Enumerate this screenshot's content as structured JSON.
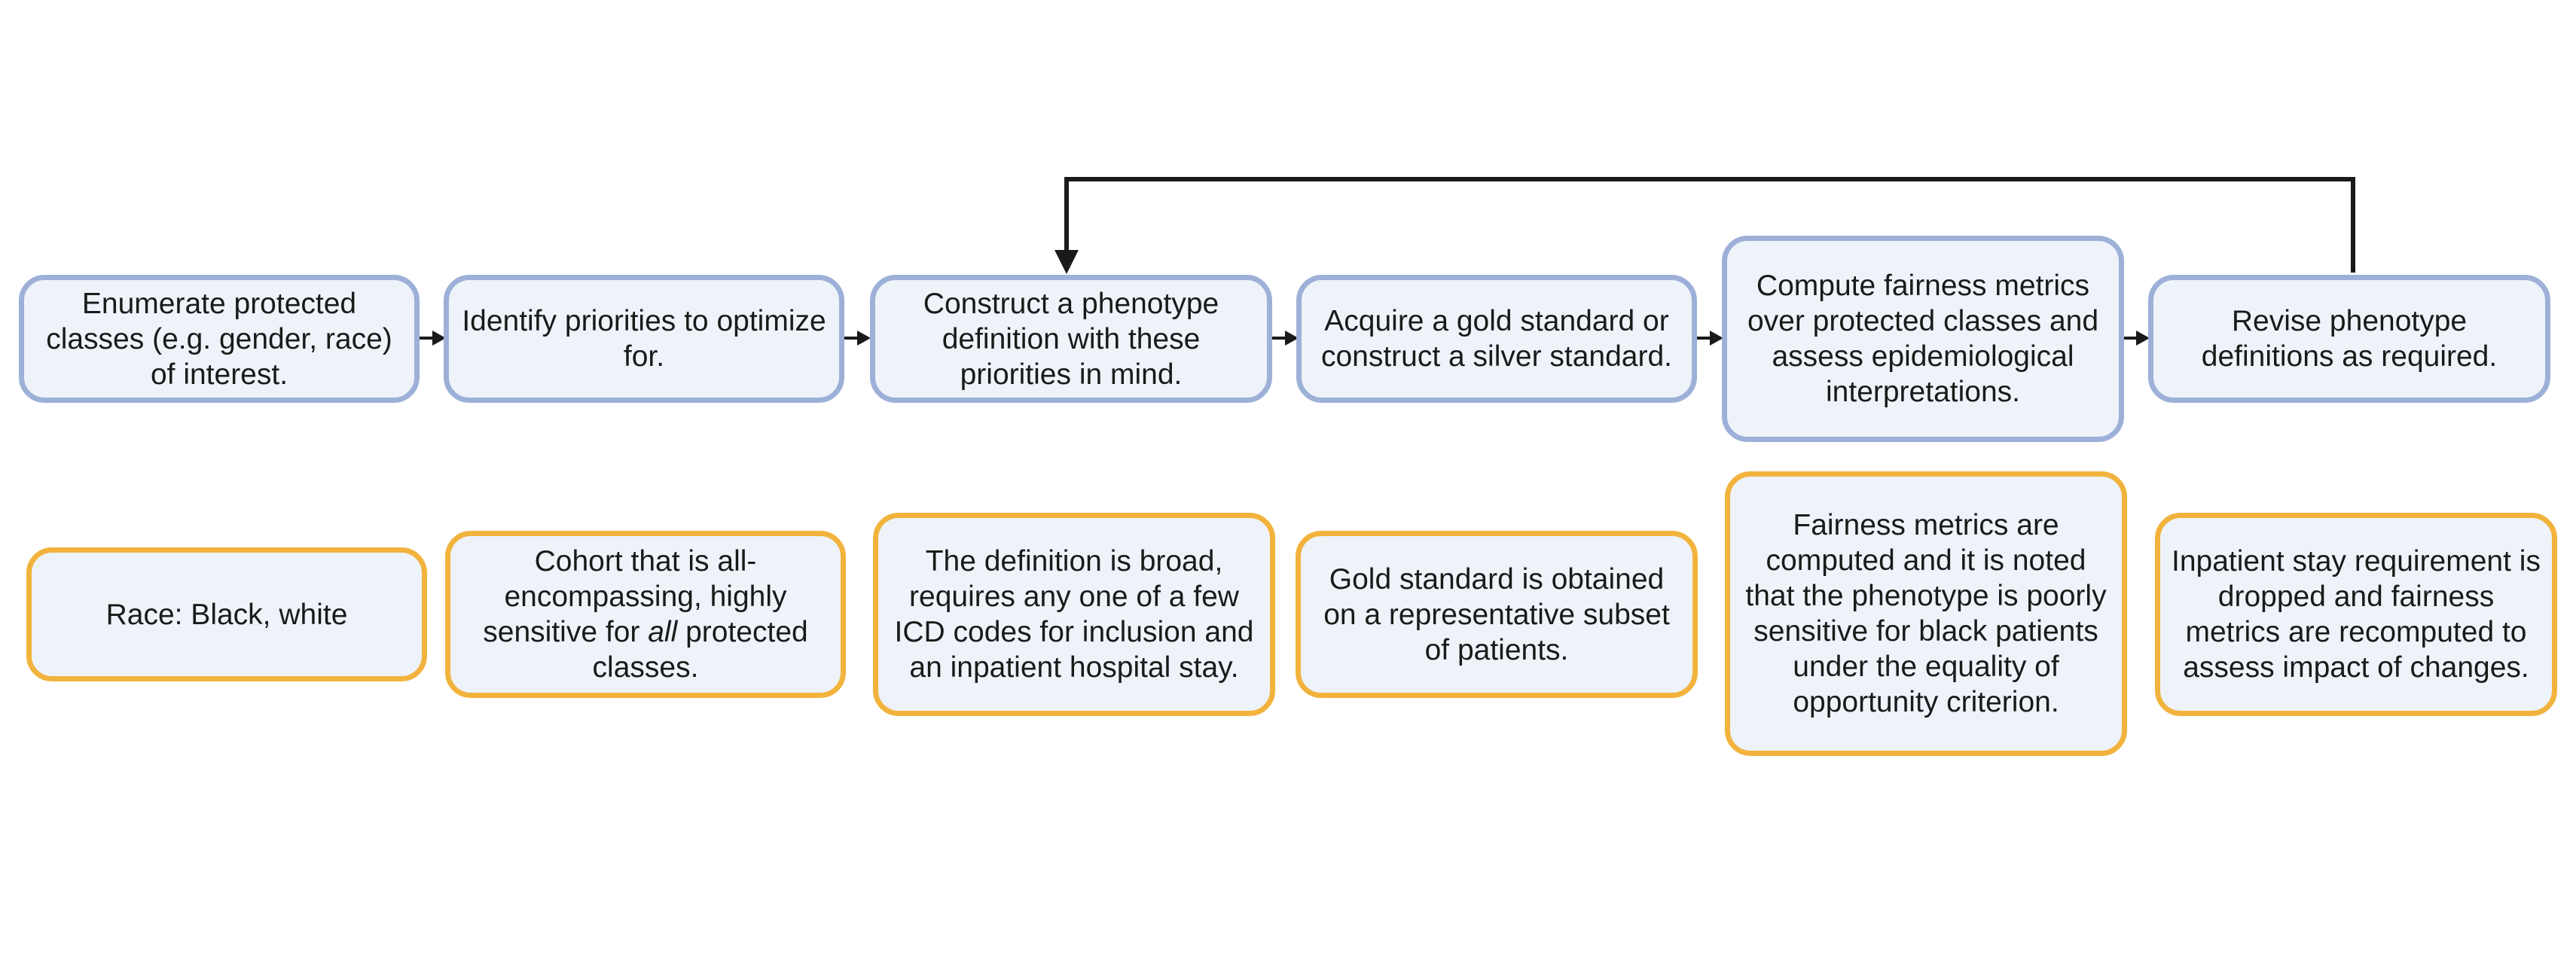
{
  "steps": [
    {
      "text": "Enumerate protected classes (e.g. gender, race) of interest."
    },
    {
      "text": "Identify priorities to optimize for."
    },
    {
      "text": "Construct a phenotype definition with these priorities in mind."
    },
    {
      "text": "Acquire a gold standard or construct a silver standard."
    },
    {
      "text": "Compute fairness metrics over protected classes and assess epidemiological interpretations."
    },
    {
      "text": "Revise phenotype definitions as required."
    }
  ],
  "examples": [
    {
      "text": "Race: Black, white"
    },
    {
      "before": "Cohort that is all-encompassing, highly sensitive for ",
      "emphasis": "all",
      "after": " protected classes."
    },
    {
      "text": "The definition is broad, requires any one of a few ICD codes for inclusion and an inpatient hospital stay."
    },
    {
      "text": "Gold standard is obtained on a representative subset of patients."
    },
    {
      "text": "Fairness metrics are computed and it is noted that the phenotype is poorly sensitive for black patients under the equality of opportunity criterion."
    },
    {
      "text": "Inpatient stay requirement is dropped and fairness metrics are recomputed to assess impact of changes."
    }
  ],
  "colors": {
    "step_border": "#9db0d8",
    "example_border": "#f2b33d",
    "box_fill": "#eef3fa",
    "arrow": "#1a1a1a"
  }
}
